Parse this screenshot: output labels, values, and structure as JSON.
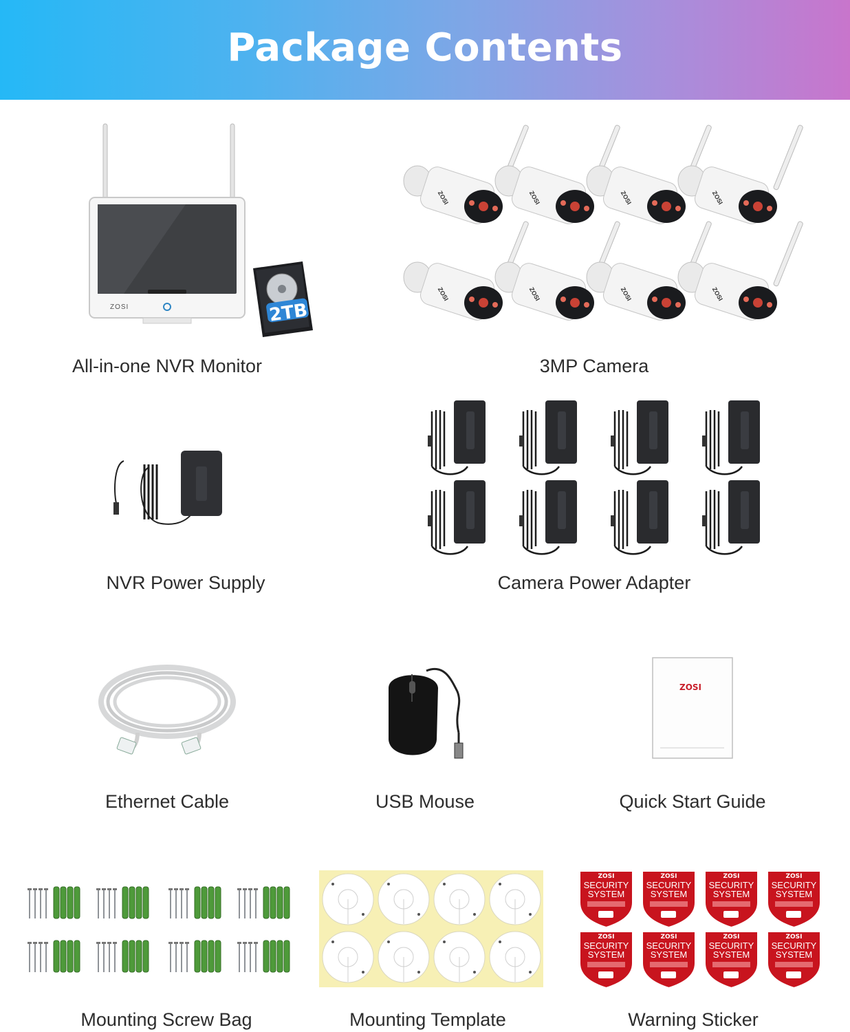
{
  "header": {
    "title": "Package Contents"
  },
  "items": {
    "nvr_monitor": {
      "label": "All-in-one NVR Monitor",
      "brand": "ZOSI",
      "hdd_capacity": "2TB"
    },
    "camera": {
      "label": "3MP Camera",
      "brand": "ZOSI",
      "count": 8
    },
    "nvr_power_supply": {
      "label": "NVR Power Supply"
    },
    "camera_power_adapter": {
      "label": "Camera Power Adapter",
      "count": 8
    },
    "ethernet_cable": {
      "label": "Ethernet Cable"
    },
    "usb_mouse": {
      "label": "USB Mouse"
    },
    "quick_start_guide": {
      "label": "Quick Start Guide",
      "brand": "ZOSI"
    },
    "mounting_screw_bag": {
      "label": "Mounting Screw Bag",
      "count": 8
    },
    "mounting_template": {
      "label": "Mounting Template",
      "count": 8
    },
    "warning_sticker": {
      "label": "Warning Sticker",
      "count": 8,
      "brand": "ZOSI",
      "line1": "SECURITY",
      "line2": "SYSTEM"
    }
  },
  "colors": {
    "sticker_red": "#c8141e",
    "anchor_green": "#4e9a3a",
    "template_yellow": "#f7f0b5",
    "adapter_black": "#2a2b2e"
  }
}
